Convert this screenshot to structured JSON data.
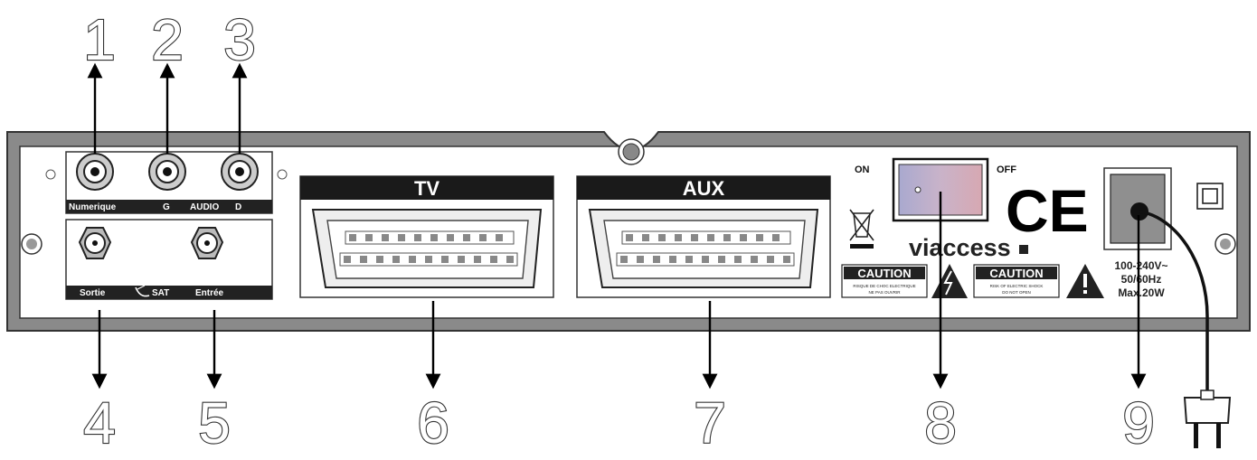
{
  "callouts": {
    "n1": "1",
    "n2": "2",
    "n3": "3",
    "n4": "4",
    "n5": "5",
    "n6": "6",
    "n7": "7",
    "n8": "8",
    "n9": "9"
  },
  "rca_panel": {
    "numerique": "Numerique",
    "audio_g": "G",
    "audio": "AUDIO",
    "audio_d": "D"
  },
  "antenna_panel": {
    "sortie": "Sortie",
    "sat": "SAT",
    "entree": "Entrée"
  },
  "scart": {
    "tv": "TV",
    "aux": "AUX"
  },
  "switch": {
    "on": "ON",
    "off": "OFF"
  },
  "brand": "viaccess",
  "ce_mark": "CE",
  "caution": {
    "label_1": "CAUTION",
    "label_2": "CAUTION",
    "small_1a": "RISQUE DE CHOC ELECTRIQUE",
    "small_1b": "NE PAS OUVRIR",
    "small_2a": "RISK OF ELECTRIC SHOCK",
    "small_2b": "DO NOT OPEN"
  },
  "power_rating": {
    "line1": "100-240V~",
    "line2": "50/60Hz",
    "line3": "Max.20W"
  },
  "icons": [
    "rca-jack-icon",
    "f-connector-icon",
    "scart-socket-icon",
    "rocker-switch-icon",
    "weee-bin-icon",
    "warning-triangle-icon",
    "double-insulation-icon",
    "power-plug-icon",
    "satellite-dish-icon"
  ]
}
